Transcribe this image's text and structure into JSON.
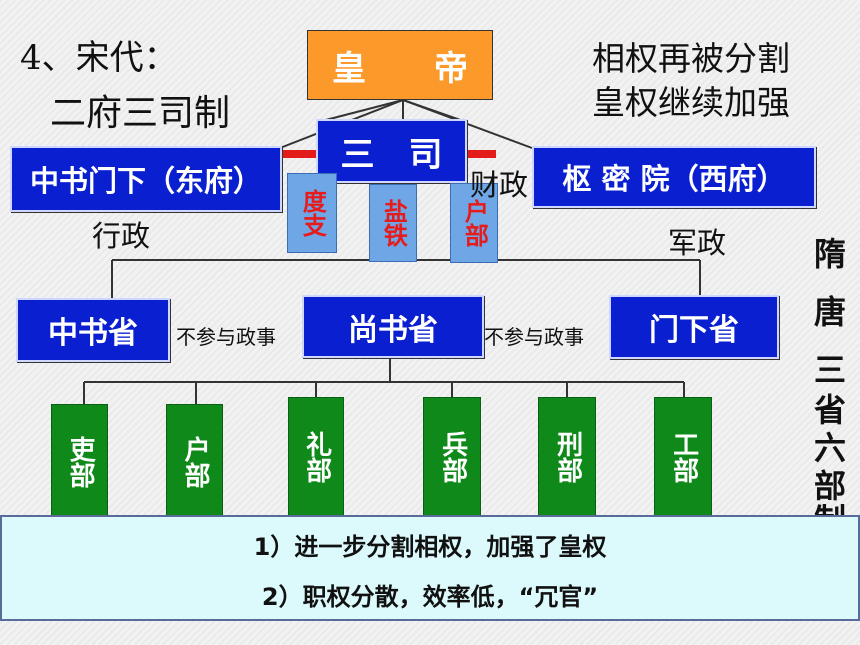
{
  "title": {
    "heading": "4、宋代：",
    "system": "二府三司制"
  },
  "notes": {
    "line1": "相权再被分割",
    "line2": "皇权继续加强"
  },
  "song": {
    "emperor": "皇　　帝",
    "sansi": "三　司",
    "east_office": "中书门下（东府）",
    "west_office": "枢 密 院（西府）",
    "sansi_parts": [
      "度支",
      "盐铁",
      "户部"
    ],
    "label_admin": "行政",
    "label_finance": "财政",
    "label_military": "军政"
  },
  "tang": {
    "zhongshu": "中书省",
    "shangshu": "尚书省",
    "menxia": "门下省",
    "note_left": "不参与政事",
    "note_right": "不参与政事",
    "ministries": [
      "吏部",
      "户部",
      "礼部",
      "兵部",
      "刑部",
      "工部"
    ],
    "side_label_chars": [
      "隋",
      "唐",
      "三",
      "省",
      "六",
      "部",
      "制"
    ]
  },
  "conclusions": {
    "point1": "1）进一步分割相权，加强了皇权",
    "point2": "2）职权分散，效率低，“冗官”"
  }
}
